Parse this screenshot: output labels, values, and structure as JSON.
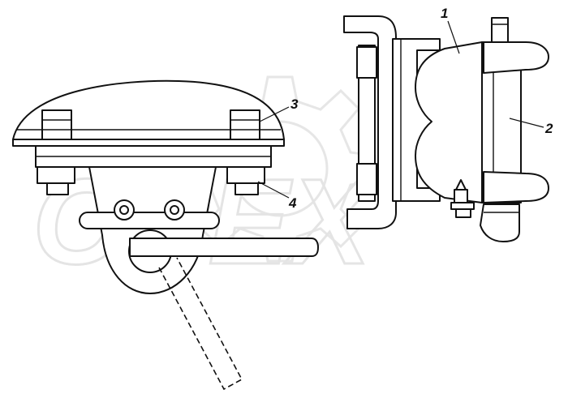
{
  "watermark": {
    "text": "OPEX"
  },
  "callouts": [
    {
      "label": "1"
    },
    {
      "label": "2"
    },
    {
      "label": "3"
    },
    {
      "label": "4"
    }
  ],
  "colors": {
    "ink": "#111111",
    "watermark": "#e4e4e4",
    "background": "#ffffff"
  }
}
